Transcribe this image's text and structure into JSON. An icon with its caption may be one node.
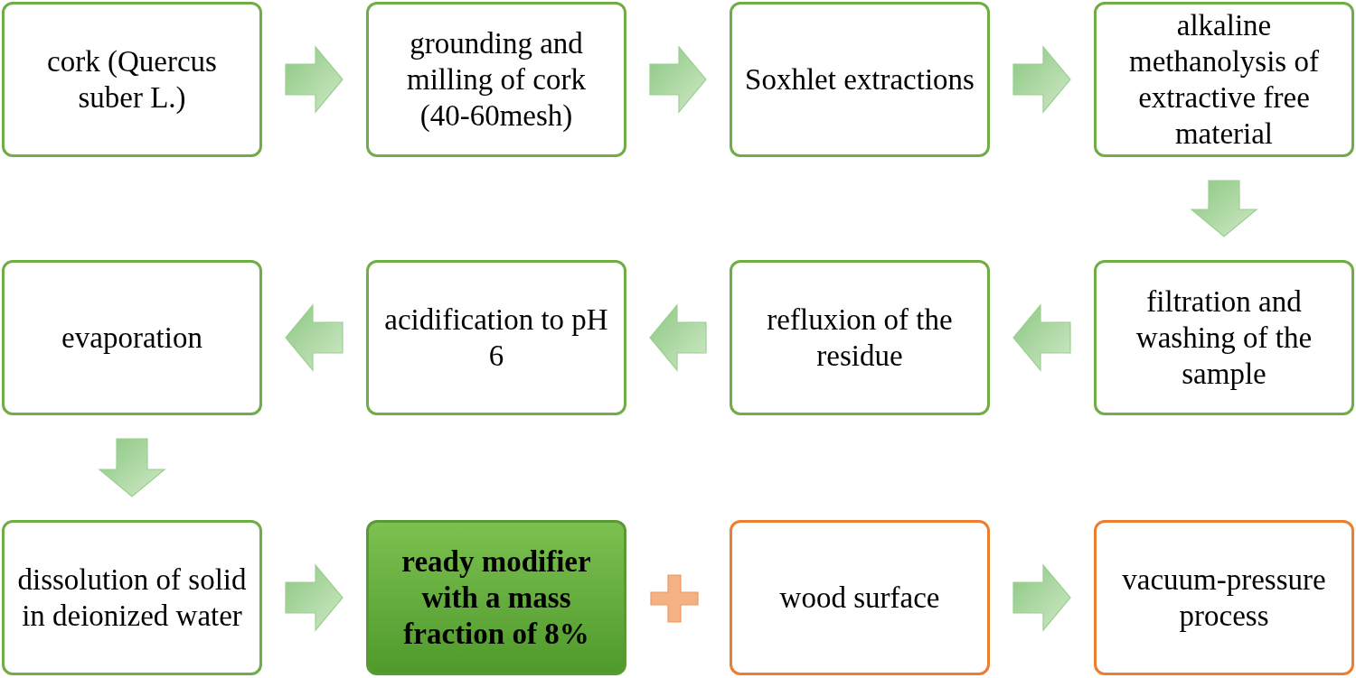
{
  "diagram": {
    "nodes": [
      {
        "text": [
          "cork (Quercus suber L.)"
        ]
      },
      {
        "text": [
          "grounding and milling of cork (40-60mesh)"
        ]
      },
      {
        "text": [
          "Soxhlet extractions"
        ]
      },
      {
        "text": [
          "alkaline methanolysis of extractive free material"
        ]
      },
      {
        "text": [
          "filtration and washing of the sample"
        ]
      },
      {
        "text": [
          "refluxion of the residue"
        ]
      },
      {
        "text": [
          "acidification to pH 6"
        ]
      },
      {
        "text": [
          "evaporation"
        ]
      },
      {
        "text": [
          "dissolution of solid in deionized water"
        ]
      },
      {
        "text": [
          "ready modifier with a mass fraction of 8%"
        ]
      },
      {
        "text": [
          "wood surface"
        ]
      },
      {
        "text": [
          "vacuum-pressure process"
        ]
      }
    ],
    "edges": [
      {
        "from": 0,
        "to": 1,
        "arrow": "to"
      },
      {
        "from": 1,
        "to": 2,
        "arrow": "to"
      },
      {
        "from": 2,
        "to": 3,
        "arrow": "to"
      },
      {
        "from": 3,
        "to": 4,
        "arrow": "to"
      },
      {
        "from": 4,
        "to": 5,
        "arrow": "to"
      },
      {
        "from": 5,
        "to": 6,
        "arrow": "to"
      },
      {
        "from": 6,
        "to": 7,
        "arrow": "to"
      },
      {
        "from": 7,
        "to": 8,
        "arrow": "to"
      },
      {
        "from": 8,
        "to": 9,
        "arrow": "to"
      },
      {
        "from": 10,
        "to": 11,
        "arrow": "to"
      }
    ]
  }
}
